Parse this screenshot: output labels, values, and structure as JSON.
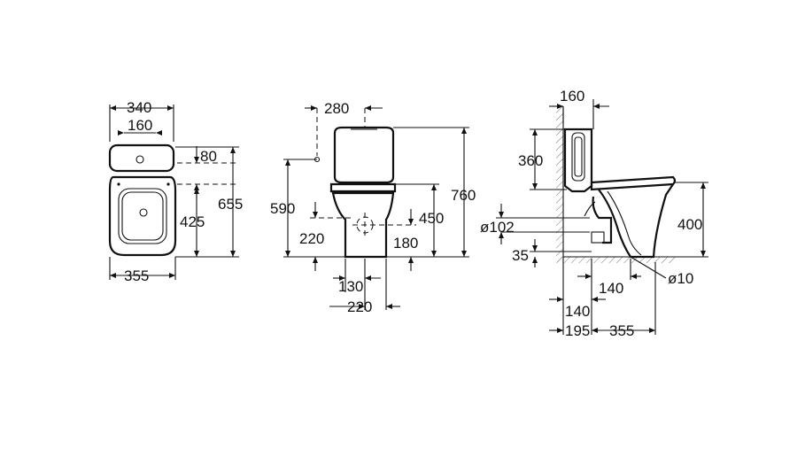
{
  "top_view": {
    "width_top": "340",
    "tank_center": "160",
    "tank_depth": "80",
    "total_length": "655",
    "fixing_distance": "425",
    "width_bottom": "355"
  },
  "front_view": {
    "top_dim": "280",
    "total_height": "760",
    "height_590": "590",
    "height_450": "450",
    "height_220": "220",
    "height_180": "180",
    "base_130": "130",
    "base_220": "220"
  },
  "side_view": {
    "wall_offset": "160",
    "tank_height": "360",
    "pipe_dia": "ø102",
    "seat_height": "400",
    "floor_35": "35",
    "outlet_140": "140",
    "bolt_dia": "ø10",
    "wall_140": "140",
    "wall_195": "195",
    "depth_355": "355"
  }
}
